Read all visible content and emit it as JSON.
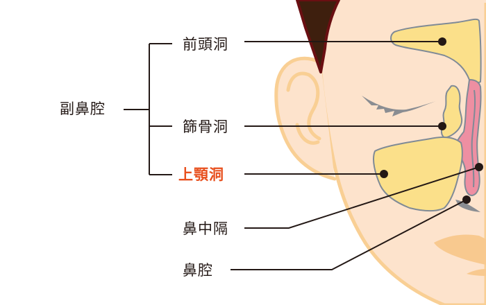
{
  "diagram": {
    "type": "anatomical-labeled-illustration",
    "subject": "paranasal sinuses (side-front view of face)",
    "root_label": "副鼻腔",
    "branches": [
      {
        "id": "frontal",
        "label": "前頭洞",
        "highlighted": false
      },
      {
        "id": "ethmoid",
        "label": "篩骨洞",
        "highlighted": false
      },
      {
        "id": "maxillary",
        "label": "上顎洞",
        "highlighted": true
      }
    ],
    "other_labels": [
      {
        "id": "septum",
        "label": "鼻中隔"
      },
      {
        "id": "cavity",
        "label": "鼻腔"
      }
    ],
    "colors": {
      "skin": "#fde3cc",
      "skin_outline": "#f9cf94",
      "hair": "#3e1f0e",
      "hair_outline": "#6a0f12",
      "sinus_fill": "#fbe08a",
      "sinus_outline": "#7f8a96",
      "nasal_mucosa": "#ee8fa2",
      "eyelash": "#8a8d92",
      "lips": "#f8c98f",
      "leader_line": "#231815",
      "highlight_text": "#e8501e",
      "text": "#231815"
    }
  }
}
